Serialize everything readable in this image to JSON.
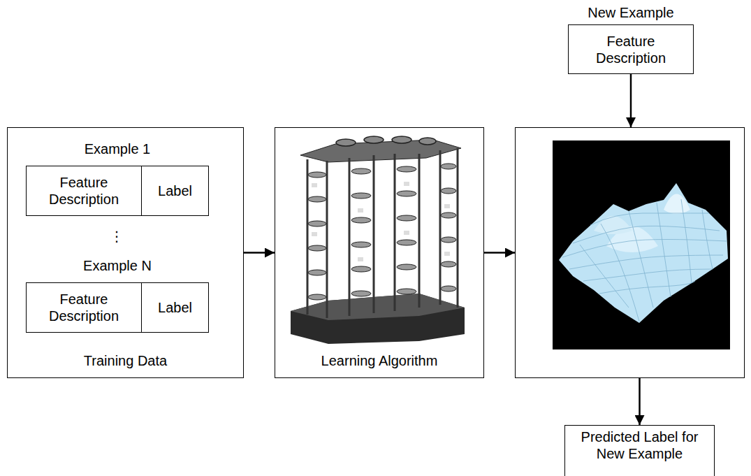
{
  "diagram": {
    "nodes": [
      {
        "text": [
          "Training Data"
        ]
      },
      {
        "text": [
          "Example 1"
        ],
        "in": 0
      },
      {
        "text": [
          "Feature Description"
        ],
        "in": 1
      },
      {
        "text": [
          "Label"
        ],
        "in": 1
      },
      {
        "text": [
          "Example N"
        ],
        "in": 0
      },
      {
        "text": [
          "Feature Description"
        ],
        "in": 4
      },
      {
        "text": [
          "Label"
        ],
        "in": 4
      },
      {
        "text": [
          "Learning Algorithm"
        ]
      },
      {
        "text": []
      },
      {
        "text": [
          "New Example",
          "Feature Description"
        ]
      },
      {
        "text": [
          "Predicted Label for New Example"
        ]
      }
    ],
    "edges": [
      {
        "from": 0,
        "to": 7,
        "arrow": "to"
      },
      {
        "from": 7,
        "to": 8,
        "arrow": "to"
      },
      {
        "from": 9,
        "to": 8,
        "arrow": "to"
      },
      {
        "from": 8,
        "to": 10,
        "arrow": "to"
      }
    ],
    "labels": [
      "⋮"
    ]
  }
}
